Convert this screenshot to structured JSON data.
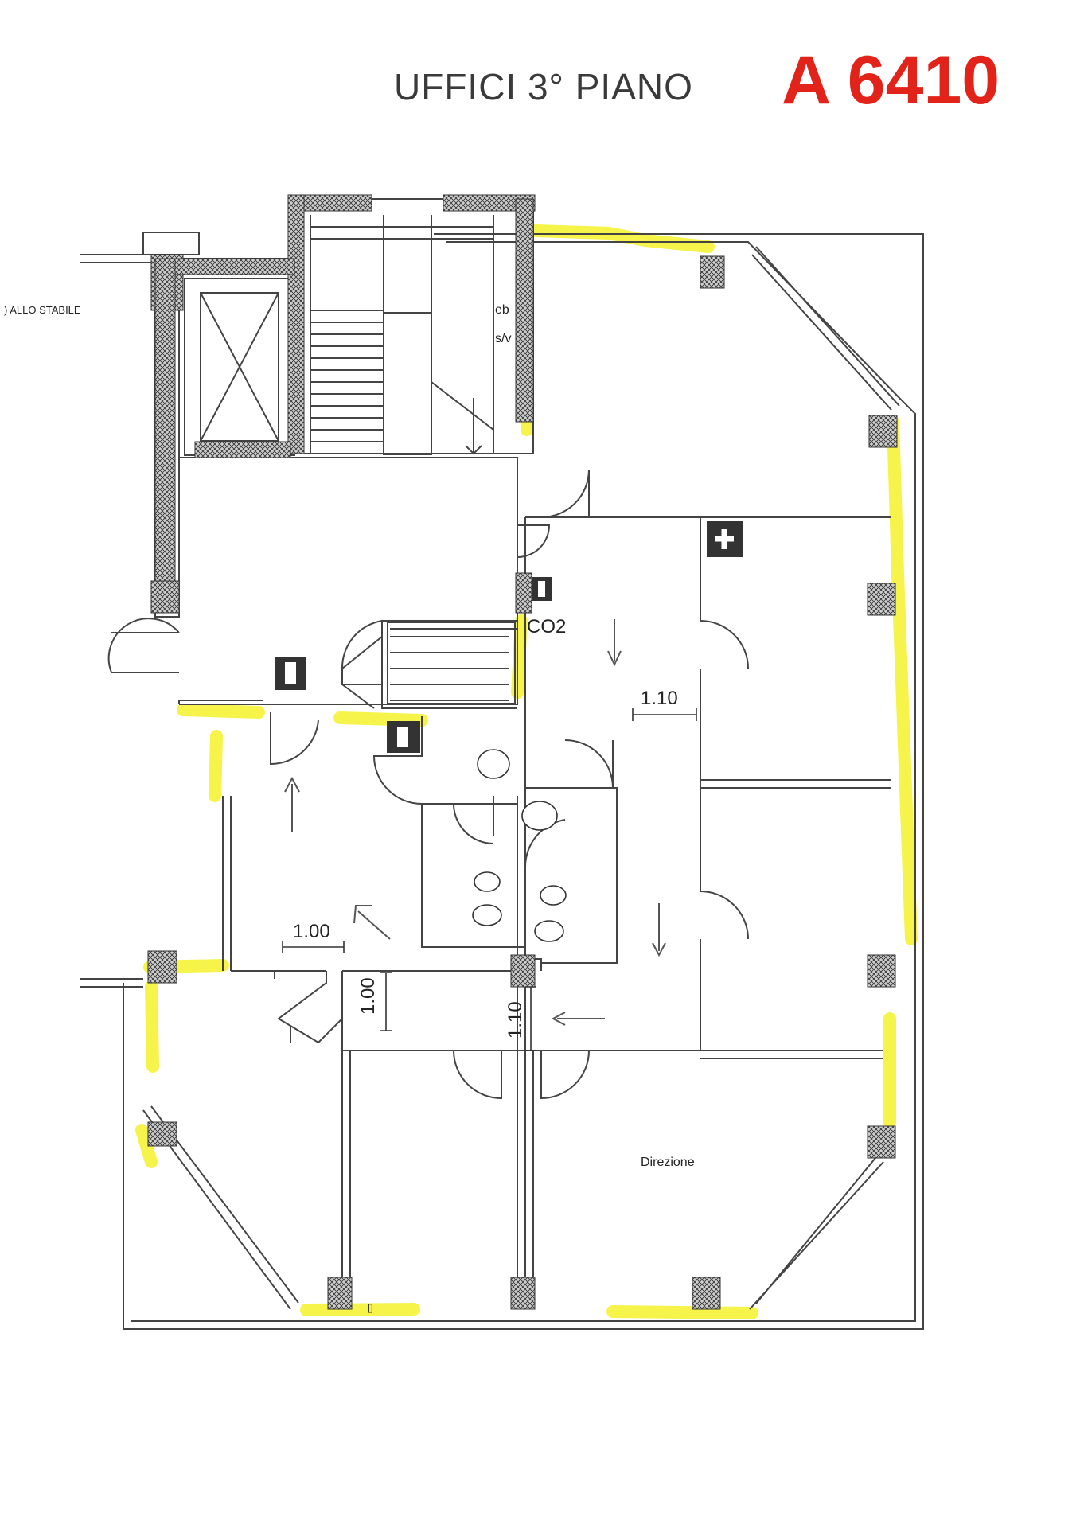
{
  "header": {
    "title": "UFFICI  3° PIANO",
    "code": "A 6410"
  },
  "labels": {
    "access": ") ALLO STABILE",
    "eb": "eb",
    "sv": "s/v",
    "co2": "CO2",
    "dim_a": "1.10",
    "dim_b": "1.00",
    "dim_c": "1.00",
    "dim_d": "1.10",
    "room": "Direzione",
    "small_mark": "[]"
  },
  "colors": {
    "highlight": "#f5f22a",
    "code_red": "#e2231a",
    "wall": "#444444"
  }
}
